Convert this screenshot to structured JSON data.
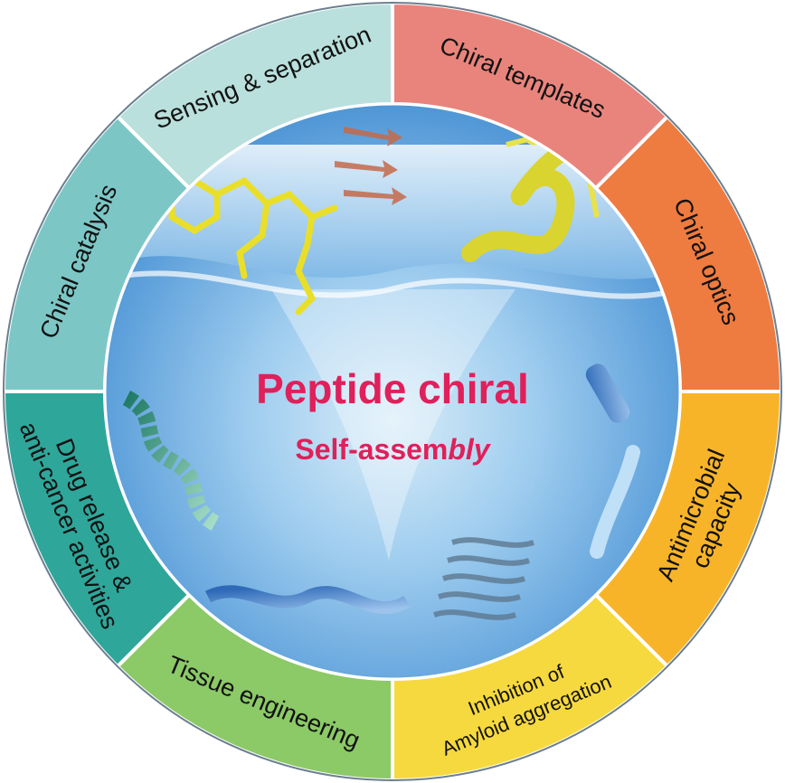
{
  "center": {
    "title": "Peptide chiral",
    "subtitle_plain": "Self-assem",
    "subtitle_italic": "bly"
  },
  "segments": [
    {
      "id": "sensing",
      "lines": [
        "Sensing & separation"
      ],
      "color": "#b9e0dc"
    },
    {
      "id": "templates",
      "lines": [
        "Chiral templates"
      ],
      "color": "#e9847c"
    },
    {
      "id": "optics",
      "lines": [
        "Chiral optics"
      ],
      "color": "#ee7b3f"
    },
    {
      "id": "antimicrobial",
      "lines": [
        "Antimicrobial",
        "capacity"
      ],
      "color": "#f8b429"
    },
    {
      "id": "amyloid",
      "lines": [
        "Inhibition of",
        "Amyloid aggregation"
      ],
      "color": "#f6d93e"
    },
    {
      "id": "tissue",
      "lines": [
        "Tissue engineering"
      ],
      "color": "#8cc967"
    },
    {
      "id": "drug",
      "lines": [
        "Drug release &",
        "anti-cancer activities"
      ],
      "color": "#2fa69a"
    },
    {
      "id": "catalysis",
      "lines": [
        "Chiral catalysis"
      ],
      "color": "#7cc7c6"
    }
  ]
}
